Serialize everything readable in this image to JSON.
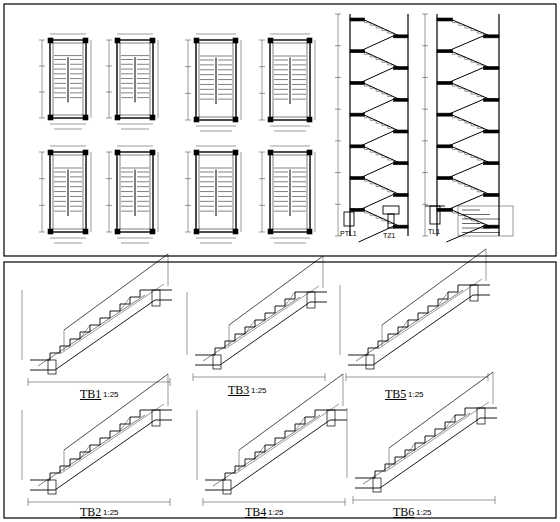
{
  "diagram": {
    "labels": [
      "TB1",
      "1:25",
      "TB3",
      "1:25",
      "TB5",
      "1:25",
      "TB2",
      "1:25",
      "TB4",
      "1:25",
      "TB6",
      "1:25",
      "PTL1",
      "TZ1",
      "TL1"
    ]
  }
}
